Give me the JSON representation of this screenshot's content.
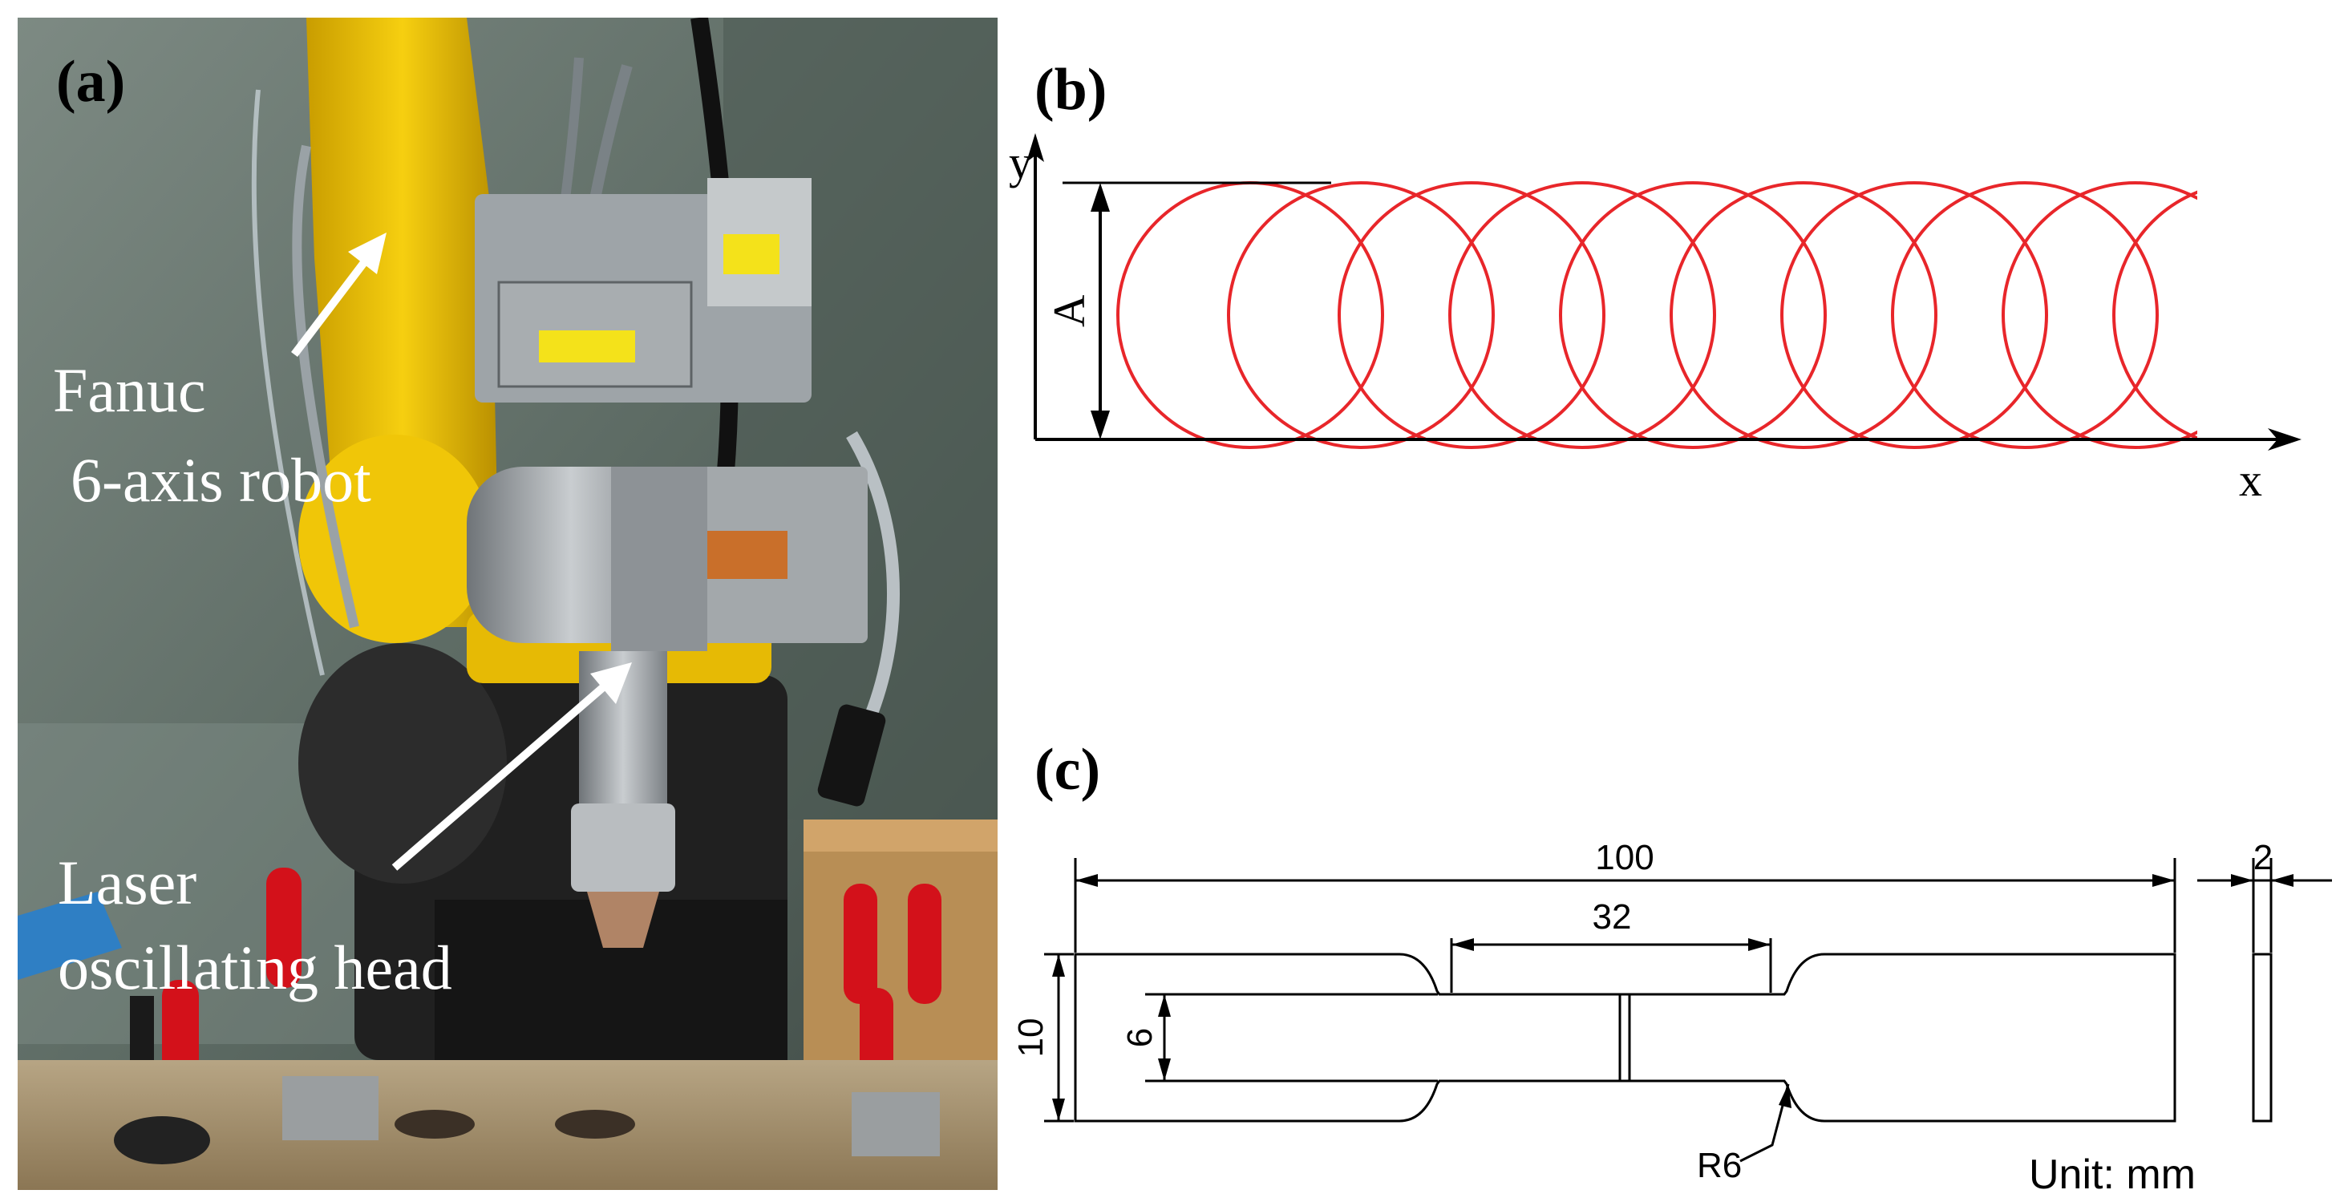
{
  "panel_a": {
    "label": "(a)",
    "robot_label_line1": "Fanuc",
    "robot_label_line2": "6-axis robot",
    "head_label_line1": "Laser",
    "head_label_line2": "oscillating head"
  },
  "panel_b": {
    "label": "(b)",
    "y_axis_label": "y",
    "x_axis_label": "x",
    "amplitude_label": "A",
    "trajectory_color": "#e8262a",
    "loop_count": 10
  },
  "panel_c": {
    "label": "(c)",
    "dim_length": "100",
    "dim_gauge_length": "32",
    "dim_thickness": "2",
    "dim_width": "10",
    "dim_gauge_width": "6",
    "dim_radius": "R6",
    "unit_label": "Unit: mm"
  },
  "colors": {
    "robot_yellow": "#f2c400",
    "pointer_arrow": "#ffffff",
    "background_wall": "#5f6d66"
  }
}
